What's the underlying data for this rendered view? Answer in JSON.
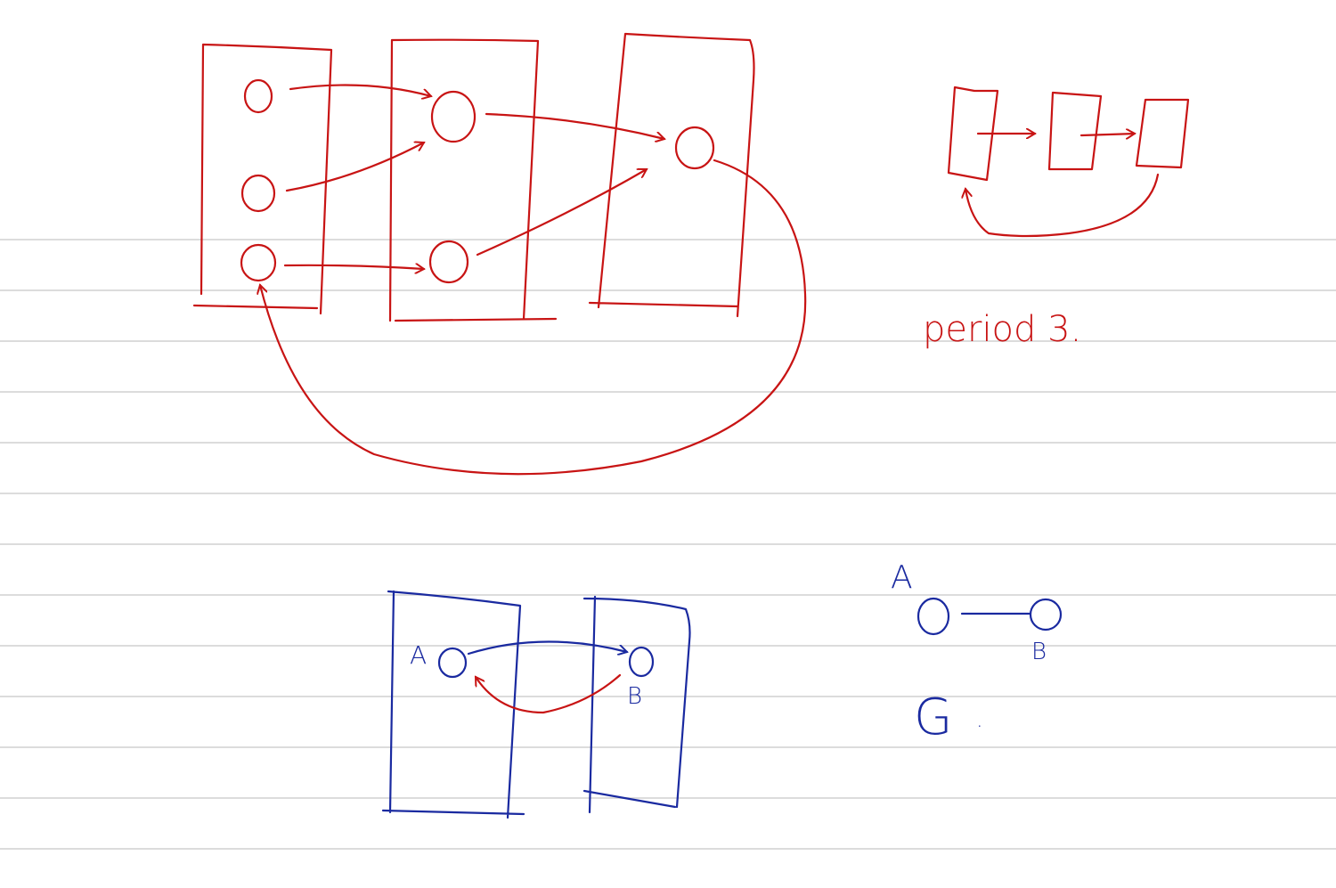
{
  "colors": {
    "red_ink": "#c81414",
    "blue_ink": "#1a2aa0",
    "ruling": "#dcdcdc",
    "paper": "#ffffff"
  },
  "labels": {
    "period": "period 3.",
    "node_a_left": "A",
    "node_b_left": "B",
    "node_a_right": "A",
    "node_b_right": "B",
    "graph_name": "G",
    "graph_dot": "."
  }
}
